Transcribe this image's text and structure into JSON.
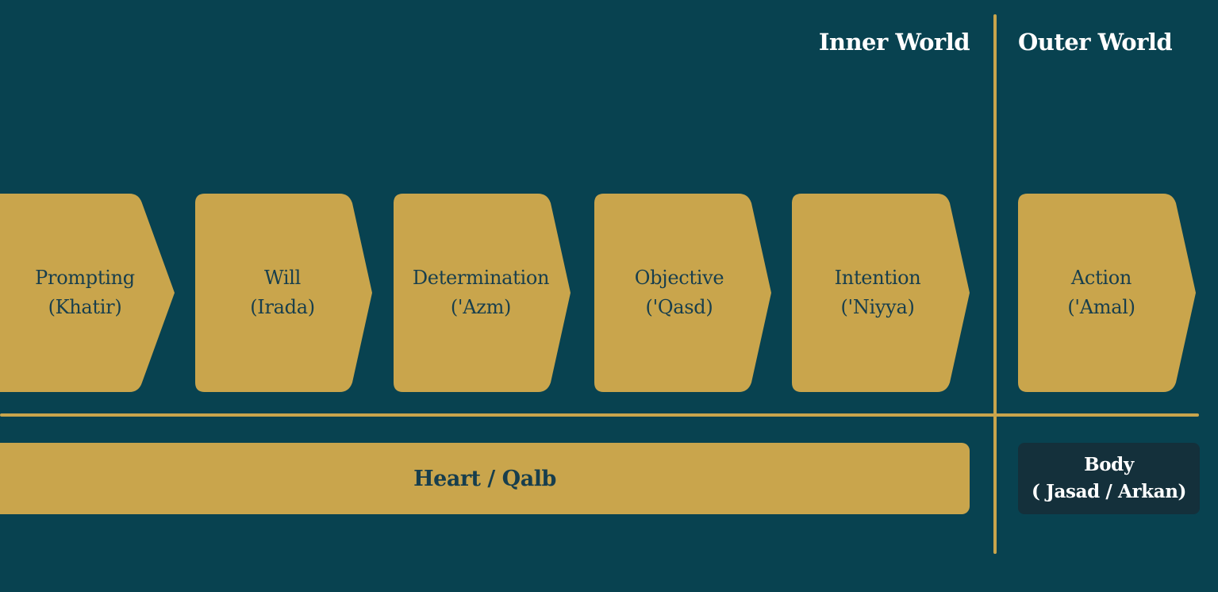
{
  "headers": {
    "inner": "Inner World",
    "outer": "Outer World"
  },
  "steps": [
    {
      "name": "Prompting",
      "term": "(Khatir)"
    },
    {
      "name": "Will",
      "term": "(Irada)"
    },
    {
      "name": "Determination",
      "term": "('Azm)"
    },
    {
      "name": "Objective",
      "term": "('Qasd)"
    },
    {
      "name": "Intention",
      "term": "('Niyya)"
    },
    {
      "name": "Action",
      "term": "('Amal)"
    }
  ],
  "heart": {
    "label": "Heart / Qalb"
  },
  "body": {
    "title": "Body",
    "subtitle": "( Jasad / Arkan)"
  },
  "colors": {
    "background": "#084250",
    "accent": "#c9a54c",
    "text_dark": "#173e4d",
    "body_box": "#14303b"
  }
}
